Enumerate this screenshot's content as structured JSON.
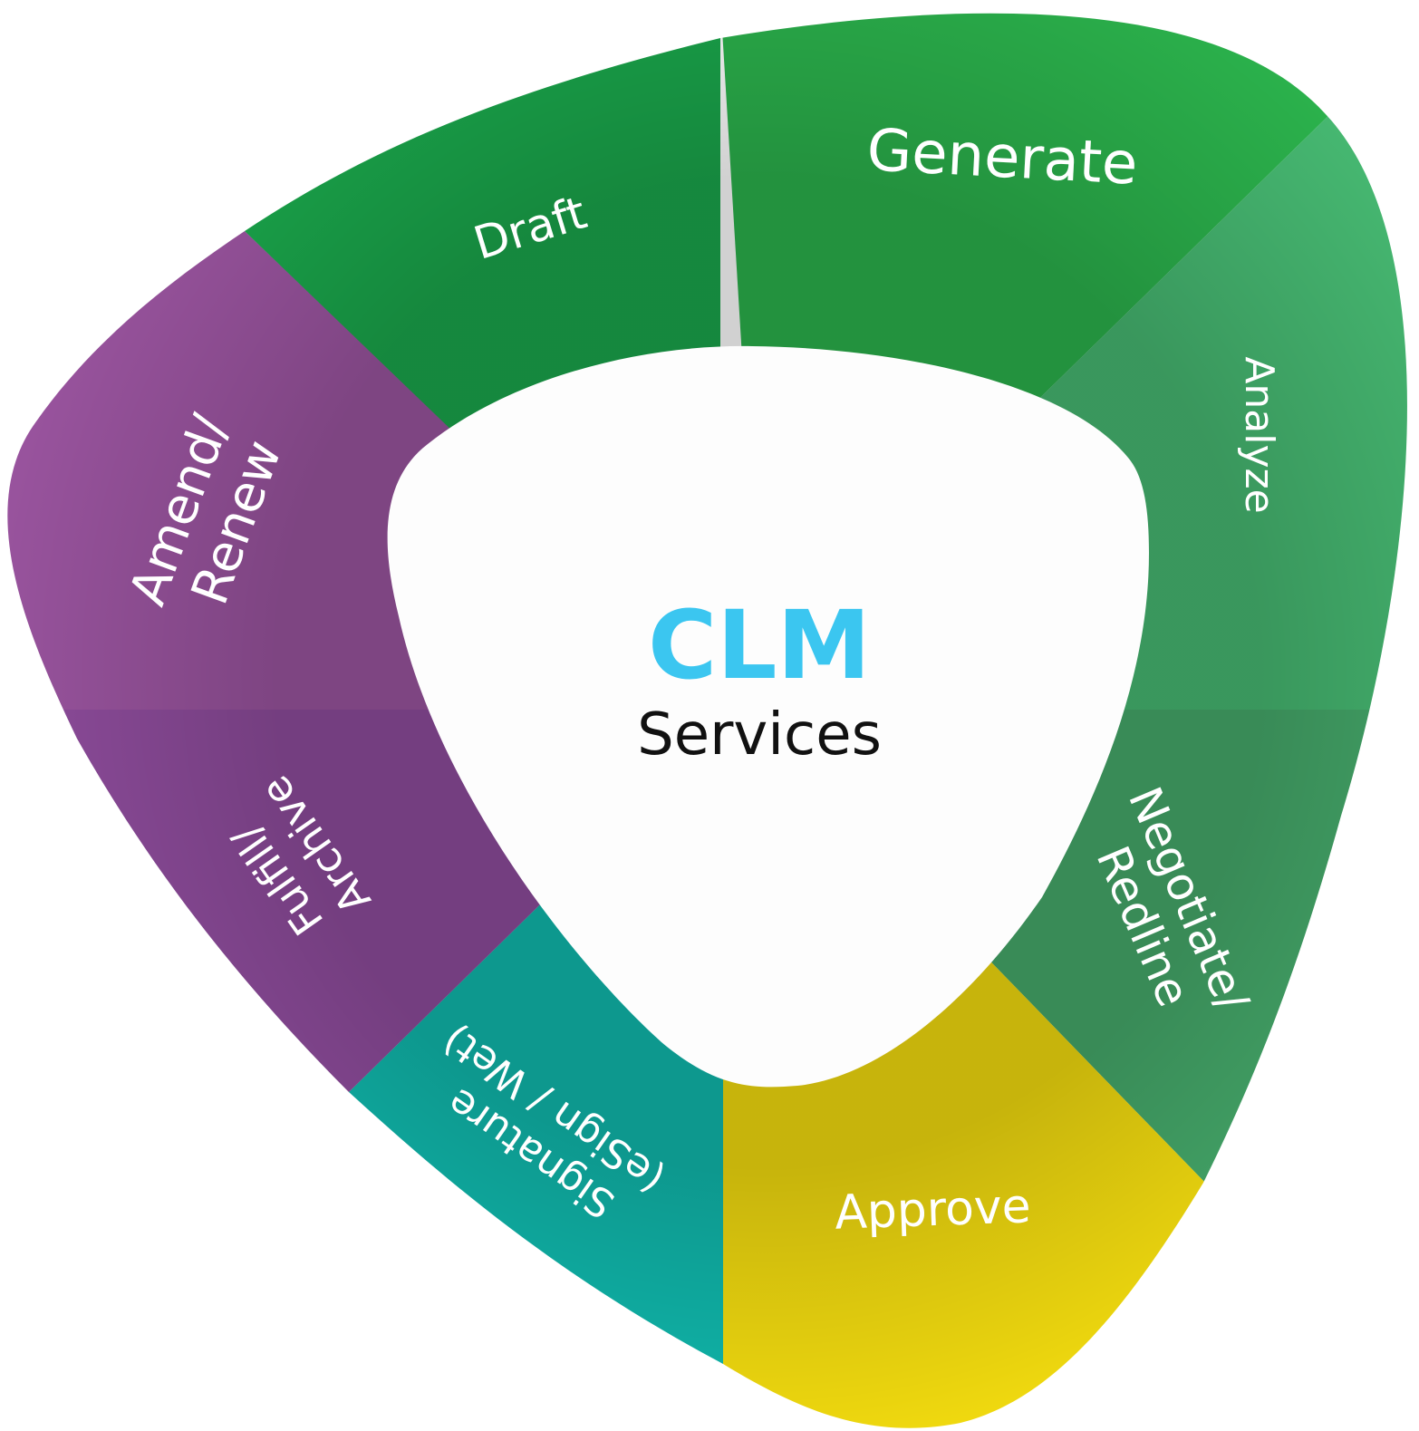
{
  "diagram": {
    "type": "cycle",
    "center": {
      "title": "CLM",
      "subtitle": "Services",
      "title_color": "#3bc6f0",
      "subtitle_color": "#111111"
    },
    "segments": [
      {
        "id": "generate",
        "lines": [
          "Generate"
        ],
        "color": "#2bb24c"
      },
      {
        "id": "analyze",
        "lines": [
          "Analyze"
        ],
        "color": "#46b871"
      },
      {
        "id": "negotiate",
        "lines": [
          "Negotiate/",
          "Redline"
        ],
        "color": "#45a96a"
      },
      {
        "id": "approve",
        "lines": [
          "Approve"
        ],
        "color": "#f3dc0f"
      },
      {
        "id": "signature",
        "lines": [
          "Signature",
          "(eSign / Wet)"
        ],
        "color": "#10b9ad"
      },
      {
        "id": "fulfill",
        "lines": [
          "Fulfill/",
          "Archive"
        ],
        "color": "#8e4c9c"
      },
      {
        "id": "amend",
        "lines": [
          "Amend/",
          "Renew"
        ],
        "color": "#9a549f"
      },
      {
        "id": "draft",
        "lines": [
          "Draft"
        ],
        "color": "#1aa64b"
      }
    ]
  }
}
